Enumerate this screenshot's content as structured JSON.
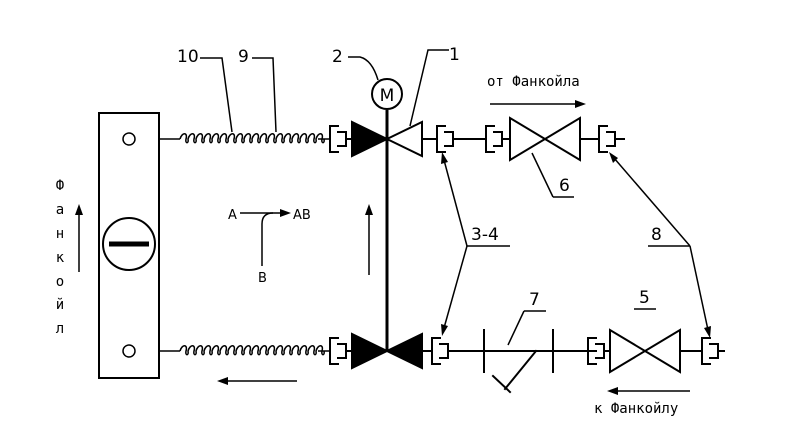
{
  "labels": {
    "num_10": "10",
    "num_9": "9",
    "num_2": "2",
    "num_1": "1",
    "num_6": "6",
    "num_3_4": "3-4",
    "num_8": "8",
    "num_7": "7",
    "num_5": "5",
    "motor": "M",
    "from_fancoil": "от Фанкойла",
    "to_fancoil": "к Фанкойлу",
    "fancoil_vertical": [
      "Ф",
      "а",
      "н",
      "к",
      "о",
      "й",
      "л"
    ],
    "port_a": "A",
    "port_ab": "AB",
    "port_b": "B"
  }
}
